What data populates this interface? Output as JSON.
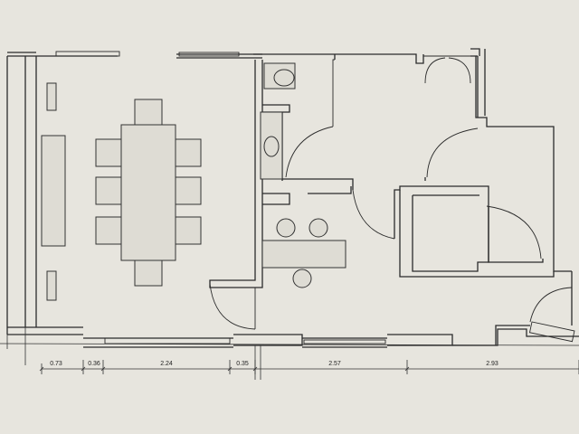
{
  "dimensions": {
    "d1": "0.73",
    "d2": "0.36",
    "d3": "2.24",
    "d4": "0.35",
    "d5": "2.57",
    "d6": "2.93"
  },
  "colors": {
    "paper": "#e7e5de",
    "ink": "#2b2b2b"
  }
}
